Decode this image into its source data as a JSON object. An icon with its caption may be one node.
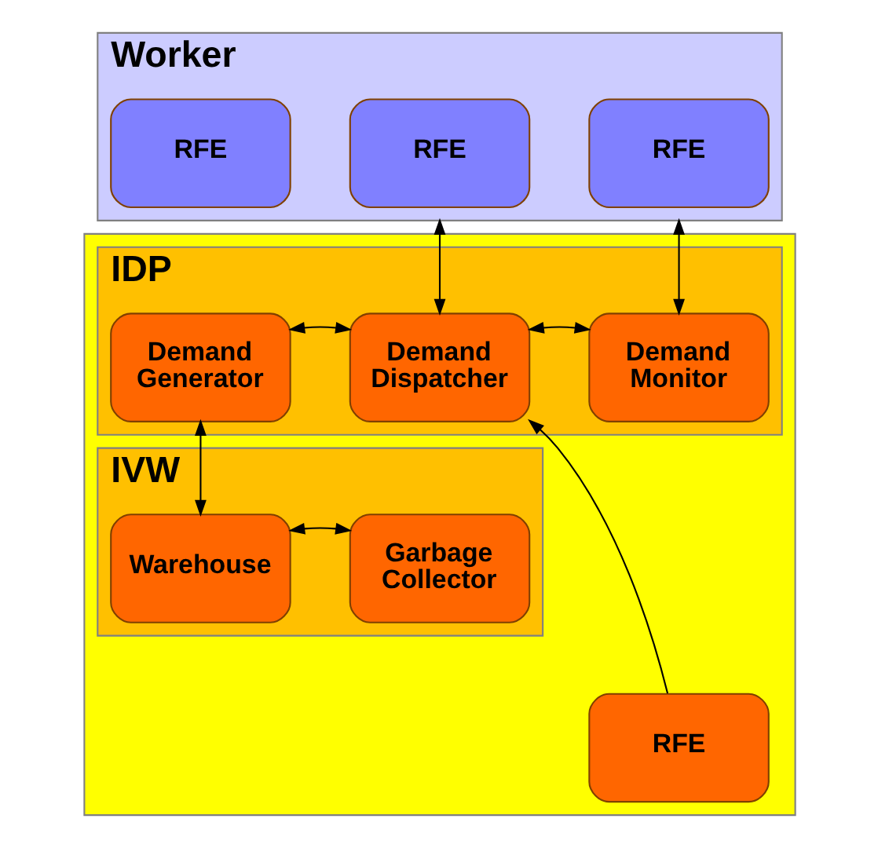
{
  "diagram": {
    "nodes": [
      {
        "text": [
          "Worker"
        ]
      },
      {
        "text": [
          "RFE"
        ],
        "in": 0
      },
      {
        "text": [
          "RFE"
        ],
        "in": 0
      },
      {
        "text": [
          "RFE"
        ],
        "in": 0
      },
      {
        "text": [],
        "shape": "box"
      },
      {
        "text": [
          "IDP"
        ],
        "in": 4
      },
      {
        "text": [
          "Demand Generator"
        ],
        "in": 5
      },
      {
        "text": [
          "Demand Dispatcher"
        ],
        "in": 5
      },
      {
        "text": [
          "Demand Monitor"
        ],
        "in": 5
      },
      {
        "text": [
          "IVW"
        ],
        "in": 4
      },
      {
        "text": [
          "Warehouse"
        ],
        "in": 9
      },
      {
        "text": [
          "Garbage Collector"
        ],
        "in": 9
      },
      {
        "text": [
          "RFE"
        ],
        "in": 4
      }
    ],
    "edges": [
      {
        "from": 0,
        "to": 7,
        "arrow": "both"
      },
      {
        "from": 0,
        "to": 8,
        "arrow": "both"
      },
      {
        "from": 6,
        "to": 7,
        "arrow": "both"
      },
      {
        "from": 7,
        "to": 8,
        "arrow": "both"
      },
      {
        "from": 6,
        "to": 10,
        "arrow": "both"
      },
      {
        "from": 10,
        "to": 11,
        "arrow": "both"
      },
      {
        "from": 12,
        "to": 7,
        "arrow": "to"
      }
    ]
  }
}
